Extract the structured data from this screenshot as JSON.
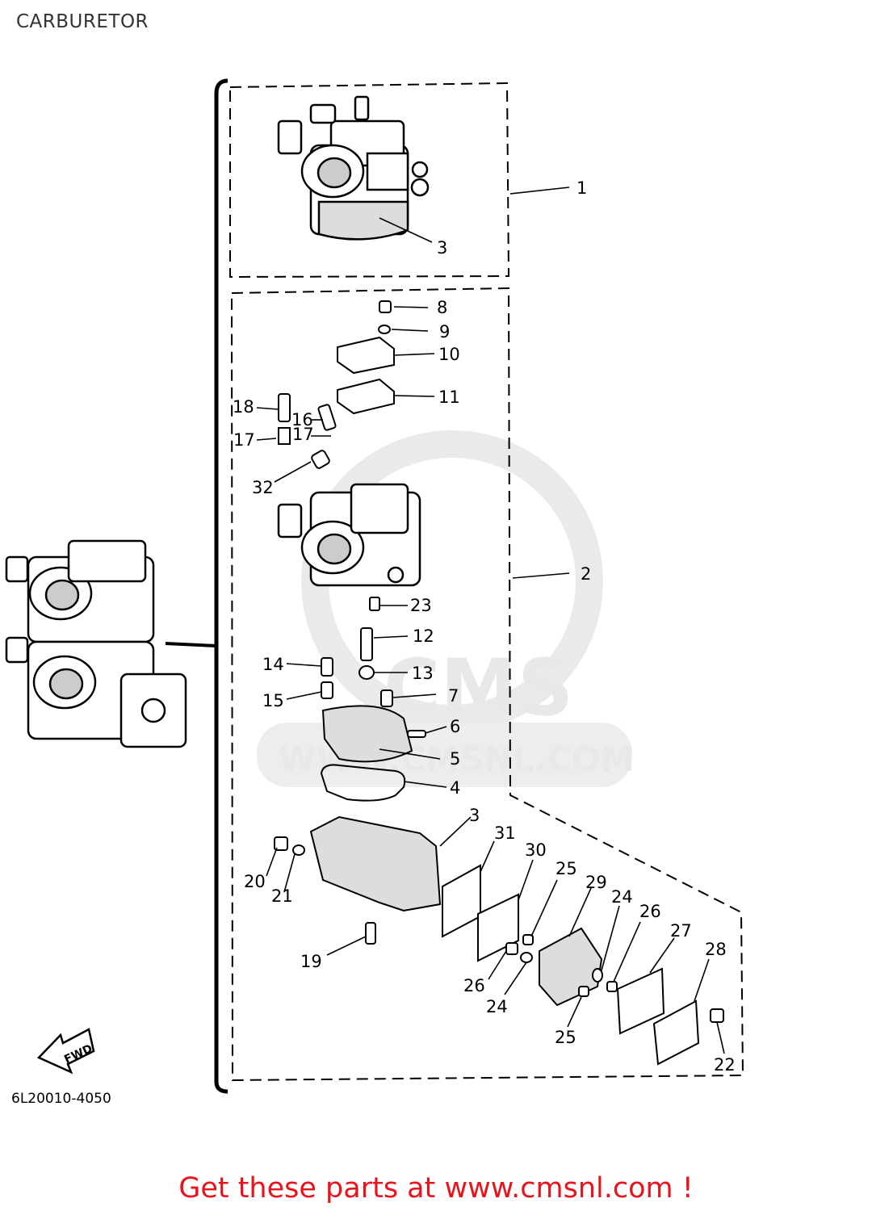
{
  "title": "CARBURETOR",
  "part_code": "6L20010-4050",
  "cta": "Get these parts at www.cmsnl.com !",
  "watermark": {
    "brand": "CMS",
    "url": "WWW.CMSNL.COM"
  },
  "fwd_label": "FWD",
  "callouts": [
    {
      "id": "c1",
      "text": "1"
    },
    {
      "id": "c3a",
      "text": "3"
    },
    {
      "id": "c8",
      "text": "8"
    },
    {
      "id": "c9",
      "text": "9"
    },
    {
      "id": "c10",
      "text": "10"
    },
    {
      "id": "c11",
      "text": "11"
    },
    {
      "id": "c18",
      "text": "18"
    },
    {
      "id": "c16",
      "text": "16"
    },
    {
      "id": "c17a",
      "text": "17"
    },
    {
      "id": "c17b",
      "text": "17"
    },
    {
      "id": "c32",
      "text": "32"
    },
    {
      "id": "c2",
      "text": "2"
    },
    {
      "id": "c23",
      "text": "23"
    },
    {
      "id": "c12",
      "text": "12"
    },
    {
      "id": "c14",
      "text": "14"
    },
    {
      "id": "c13",
      "text": "13"
    },
    {
      "id": "c7",
      "text": "7"
    },
    {
      "id": "c15",
      "text": "15"
    },
    {
      "id": "c6",
      "text": "6"
    },
    {
      "id": "c5",
      "text": "5"
    },
    {
      "id": "c4",
      "text": "4"
    },
    {
      "id": "c3b",
      "text": "3"
    },
    {
      "id": "c31",
      "text": "31"
    },
    {
      "id": "c30",
      "text": "30"
    },
    {
      "id": "c25a",
      "text": "25"
    },
    {
      "id": "c29",
      "text": "29"
    },
    {
      "id": "c24a",
      "text": "24"
    },
    {
      "id": "c26a",
      "text": "26"
    },
    {
      "id": "c27",
      "text": "27"
    },
    {
      "id": "c20",
      "text": "20"
    },
    {
      "id": "c21",
      "text": "21"
    },
    {
      "id": "c28",
      "text": "28"
    },
    {
      "id": "c19",
      "text": "19"
    },
    {
      "id": "c26b",
      "text": "26"
    },
    {
      "id": "c24b",
      "text": "24"
    },
    {
      "id": "c25b",
      "text": "25"
    },
    {
      "id": "c22",
      "text": "22"
    }
  ]
}
